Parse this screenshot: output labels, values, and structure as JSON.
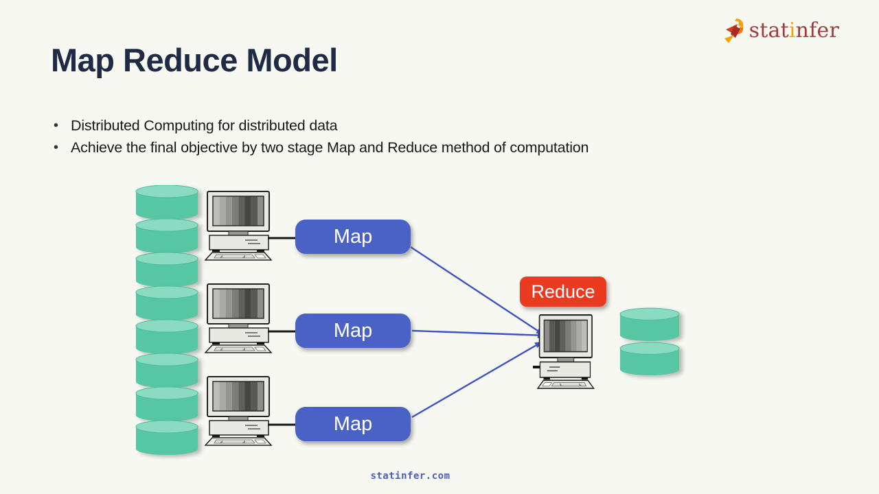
{
  "slide": {
    "title": "Map Reduce Model",
    "background_color": "#F7F8F2",
    "footer_link": "statinfer.com"
  },
  "bullets": [
    "Distributed Computing for distributed data",
    "Achieve the final objective by two stage Map and Reduce method of computation"
  ],
  "logo": {
    "name": "statinfer",
    "part_stat": "stat",
    "part_i": "i",
    "part_nfer": "nfer",
    "icon": "statinfer-bird-icon",
    "text_color": "#A23B3B",
    "i_color": "#F2A30B"
  },
  "diagram": {
    "map_boxes": [
      {
        "label": "Map"
      },
      {
        "label": "Map"
      },
      {
        "label": "Map"
      }
    ],
    "reduce_box": {
      "label": "Reduce"
    },
    "input_cylinder_count": 8,
    "worker_computer_count": 3,
    "output_cylinder_count": 2,
    "icons": [
      "database-cylinder-icon",
      "desktop-computer-icon"
    ],
    "colors": {
      "cylinder_body": "#57C7A3",
      "cylinder_top": "#8ADBC2",
      "map_blue": "#4A62C6",
      "reduce_red": "#EA3A1F",
      "arrow_blue": "#3D53C4",
      "connector_black": "#151515"
    }
  }
}
